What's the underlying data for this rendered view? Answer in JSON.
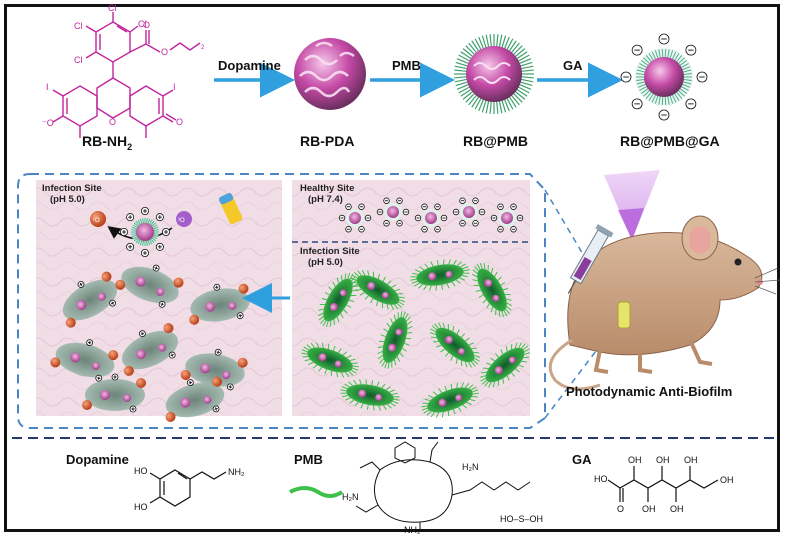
{
  "top_row": {
    "arrow_labels": [
      "Dopamine",
      "PMB",
      "GA"
    ],
    "products": {
      "rb_nh2": {
        "main": "RB-NH",
        "sub": "2"
      },
      "rb_pda": "RB-PDA",
      "rb_pmb": "RB@PMB",
      "rb_pmb_ga": "RB@PMB@GA"
    }
  },
  "panels": {
    "left": {
      "title": "Infection Site",
      "ph": "(pH 5.0)"
    },
    "right_top": {
      "title": "Healthy Site",
      "ph": "(pH 7.4)"
    },
    "right_bottom": {
      "title": "Infection Site",
      "ph": "(pH 5.0)"
    }
  },
  "mouse_caption": "Photodynamic Anti-Biofilm",
  "legend": {
    "dopamine": "Dopamine",
    "pmb": "PMB",
    "ga": "GA"
  },
  "chem_labels": {
    "cl": "Cl",
    "i": "I",
    "o": "O",
    "nh2": "NH",
    "oh": "OH",
    "ho": "HO",
    "h2n": "H₂N",
    "nh2_sub": "NH₂"
  },
  "colors": {
    "rb_magenta": "#c2249c",
    "arrow_blue": "#2f9fe0",
    "panel_pink": "#f1dde6",
    "dash_blue": "#4a86c5",
    "bacteria_green": "#3ec14a",
    "bacteria_grey": "#8aa89c",
    "ros_orange": "#d8572a",
    "mouse_brown": "#c9a486"
  }
}
